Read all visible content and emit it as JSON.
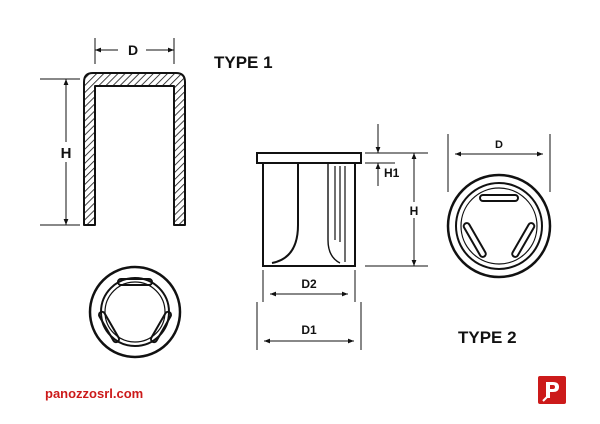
{
  "type1": {
    "title": "TYPE 1",
    "dim_d": "D",
    "dim_h": "H"
  },
  "type2": {
    "title": "TYPE 2",
    "dim_h1": "H1",
    "dim_h": "H",
    "dim_d2": "D2",
    "dim_d1": "D1",
    "dim_d": "D"
  },
  "website": "panozzosrl.com",
  "colors": {
    "line": "#111111",
    "brand": "#cc1a1a"
  },
  "logo_icon": "panozzo-p-logo-icon"
}
